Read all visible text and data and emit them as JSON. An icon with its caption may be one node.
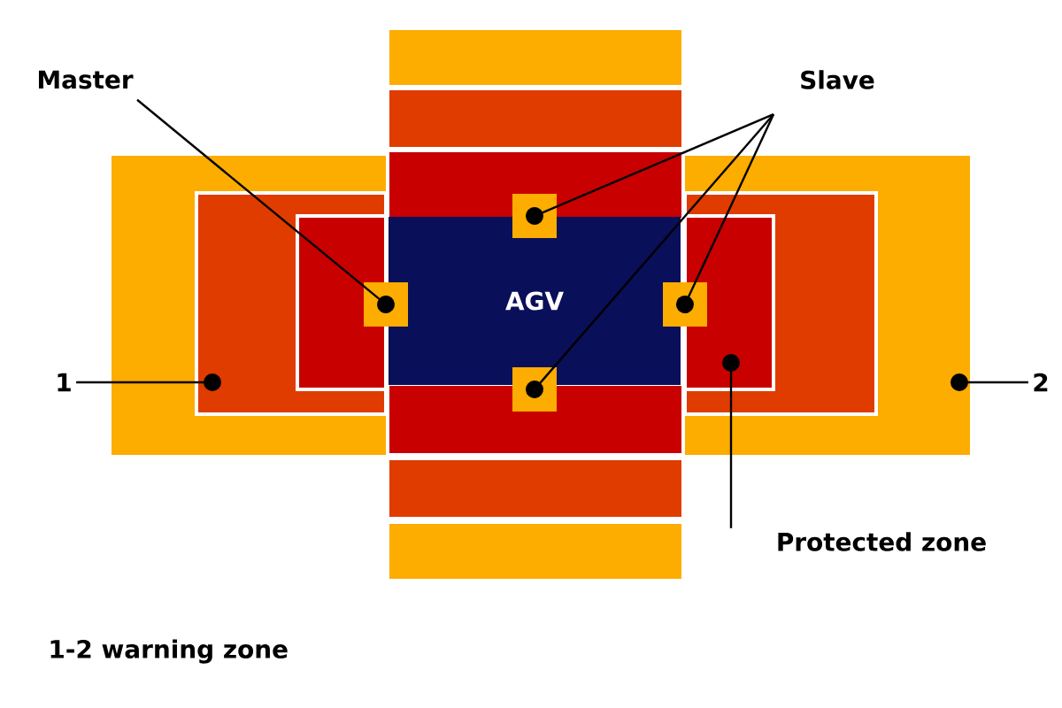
{
  "diagram": {
    "nodes": [
      {
        "text": [
          "Master"
        ]
      },
      {
        "text": [
          "Slave"
        ]
      },
      {
        "text": [
          "AGV"
        ]
      },
      {
        "text": [],
        "shape": "box"
      },
      {
        "text": [],
        "shape": "box"
      },
      {
        "text": [],
        "shape": "box"
      },
      {
        "text": [],
        "shape": "box"
      },
      {
        "text": [
          "1"
        ]
      },
      {
        "text": [
          "2"
        ]
      },
      {
        "text": [
          "Protected zone"
        ]
      },
      {
        "text": [],
        "shape": "box"
      },
      {
        "text": [],
        "shape": "box",
        "in": 10
      },
      {
        "text": [],
        "shape": "box"
      },
      {
        "text": [],
        "shape": "box",
        "in": 12
      }
    ],
    "edges": [
      {
        "from": 0,
        "to": 4,
        "arrow": "other"
      },
      {
        "from": 1,
        "to": 3,
        "arrow": "other"
      },
      {
        "from": 1,
        "to": 5,
        "arrow": "other"
      },
      {
        "from": 1,
        "to": 6,
        "arrow": "other"
      },
      {
        "from": 7,
        "to": 12,
        "arrow": "other"
      },
      {
        "from": 8,
        "to": 10,
        "arrow": "other"
      },
      {
        "from": 9,
        "to": 11,
        "arrow": "other"
      }
    ],
    "labels": [
      "1-2 warning zone"
    ]
  }
}
